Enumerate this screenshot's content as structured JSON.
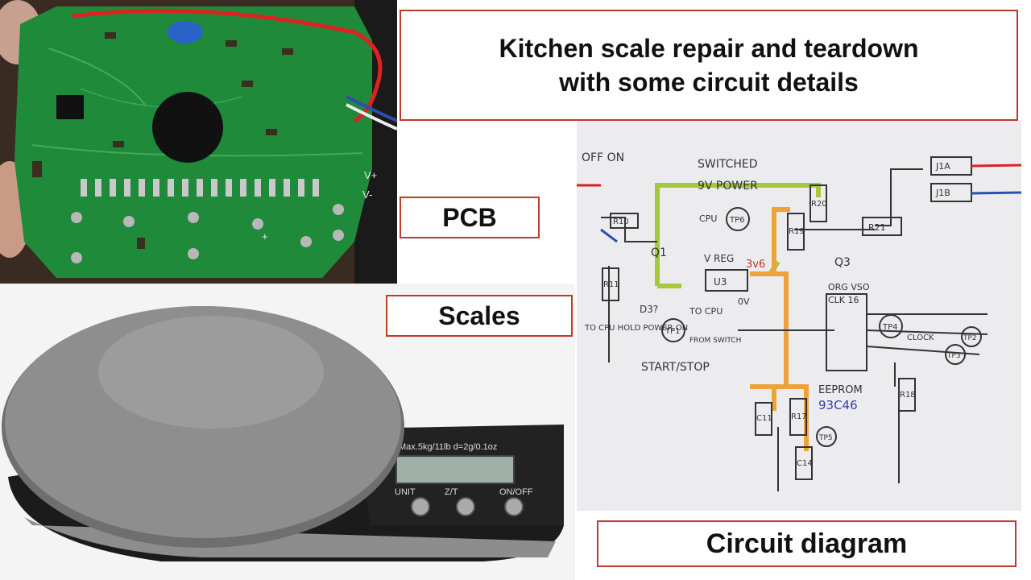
{
  "title": {
    "line1": "Kitchen scale repair and teardown",
    "line2": "with some circuit details"
  },
  "labels": {
    "pcb": "PCB",
    "scales": "Scales",
    "circuit": "Circuit diagram"
  },
  "scale_device": {
    "spec": "Max.5kg/11lb d=2g/0.1oz",
    "buttons": [
      "UNIT",
      "Z/T",
      "ON/OFF"
    ]
  },
  "pcb_marks": {
    "v_plus": "V+",
    "v_minus": "V-",
    "plus": "+"
  },
  "diagram": {
    "off_on": "OFF ON",
    "switched": "SWITCHED",
    "nine_v_power": "9V POWER",
    "cpu": "CPU",
    "tp6": "TP6",
    "vreg": "V REG",
    "u3": "U3",
    "v36": "3v6",
    "q1": "Q1",
    "q3": "Q3",
    "r10": "R10",
    "r11": "R11",
    "r19": "R19",
    "r20": "R20",
    "r21": "R21",
    "r18": "R18",
    "r17": "R17",
    "c11": "C11",
    "c14": "C14",
    "tp1": "TP1",
    "tp4": "TP4",
    "tp2": "TP2",
    "tp3": "TP3",
    "tp5": "TP5",
    "d3": "D3?",
    "to_cpu": "TO CPU",
    "from_switch": "FROM SWITCH",
    "start_stop": "START/STOP",
    "hold_power": "TO CPU HOLD POWER ON",
    "eeprom": "EEPROM",
    "eeprom_part": "93C46",
    "org_vso": "ORG VSO",
    "clk16": "CLK 16",
    "ov": "0V",
    "j1a": "J1A",
    "j1b": "J1B",
    "clock": "CLOCK"
  },
  "colors": {
    "label_border": "#c0392b",
    "pcb_green": "#1f8a3a",
    "wire_yellow_green": "#a6c93a",
    "wire_orange": "#f0a23a"
  }
}
